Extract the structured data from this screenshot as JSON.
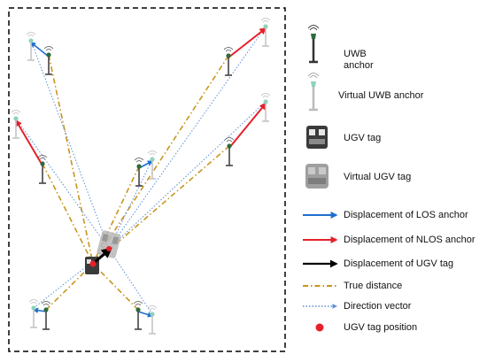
{
  "legend": {
    "uwb_anchor": "UWB\nanchor",
    "virtual_uwb_anchor": "Virtual UWB anchor",
    "ugv_tag": "UGV tag",
    "virtual_ugv_tag": "Virtual UGV tag",
    "los_displacement": "Displacement of LOS anchor",
    "nlos_displacement": "Displacement of NLOS anchor",
    "ugv_displacement": "Displacement of UGV tag",
    "true_distance": "True distance",
    "direction_vector": "Direction vector",
    "tag_position": "UGV tag position"
  },
  "colors": {
    "los": "#1f6fd1",
    "nlos": "#e8202a",
    "ugv": "#000000",
    "true_distance": "#c8961e",
    "direction": "#5b8fd6",
    "anchor": "#2e6b3c",
    "virtual_anchor": "#8fd3b8",
    "tag_dot": "#e8202a",
    "frame": "#000000"
  }
}
